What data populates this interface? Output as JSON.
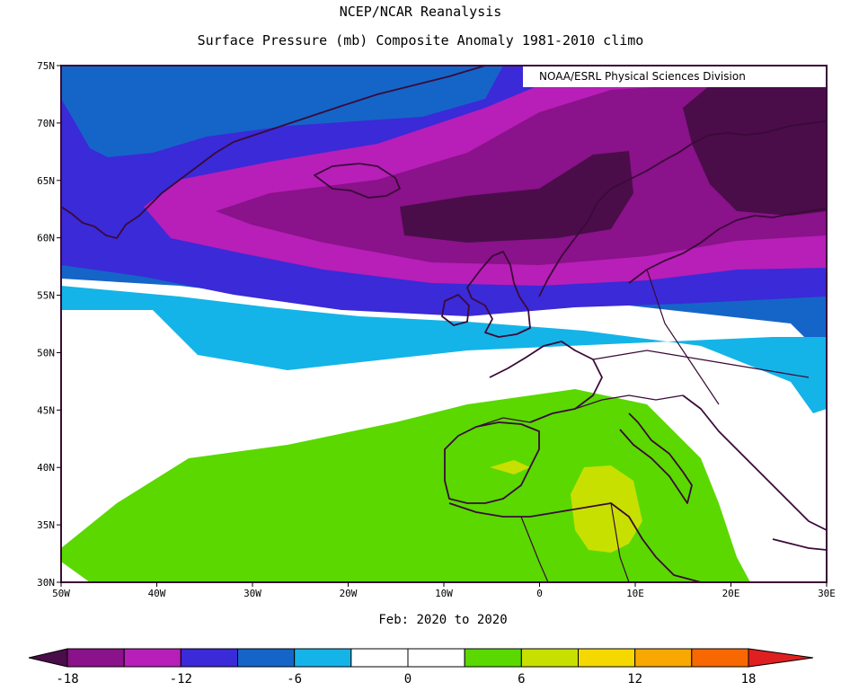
{
  "title": "NCEP/NCAR Reanalysis",
  "subtitle": "Surface Pressure (mb) Composite Anomaly 1981-2010 climo",
  "credit": "NOAA/ESRL Physical Sciences Division",
  "period": "Feb: 2020 to 2020",
  "map": {
    "lon_range": [
      -50,
      30
    ],
    "lat_range": [
      30,
      75
    ],
    "lon_ticks": [
      "50W",
      "40W",
      "30W",
      "20W",
      "10W",
      "0",
      "10E",
      "20E",
      "30E"
    ],
    "lat_ticks": [
      "75N",
      "70N",
      "65N",
      "60N",
      "55N",
      "50N",
      "45N",
      "40N",
      "35N",
      "30N"
    ]
  },
  "colorbar": {
    "bounds": [
      -21,
      -18,
      -15,
      -12,
      -9,
      -6,
      -3,
      0,
      3,
      6,
      9,
      12,
      15,
      18,
      21
    ],
    "labels": [
      "-18",
      "-12",
      "-6",
      "0",
      "6",
      "12",
      "18"
    ],
    "colors": [
      "#4a0d4a",
      "#8a128a",
      "#b81eb8",
      "#3a2ad8",
      "#1565c8",
      "#14b4e8",
      "#ffffff",
      "#ffffff",
      "#5ad800",
      "#c8e000",
      "#f5d800",
      "#f8a800",
      "#f86800",
      "#e02020"
    ]
  },
  "legend_colors": {
    "deep_purple": "#4a0d4a",
    "purple": "#8a128a",
    "magenta": "#b81eb8",
    "blue_violet": "#3a2ad8",
    "blue": "#1565c8",
    "light_blue": "#14b4e8",
    "white": "#ffffff",
    "green": "#5ad800",
    "yellow_green": "#c8e000",
    "outline": "#3a0a38"
  }
}
